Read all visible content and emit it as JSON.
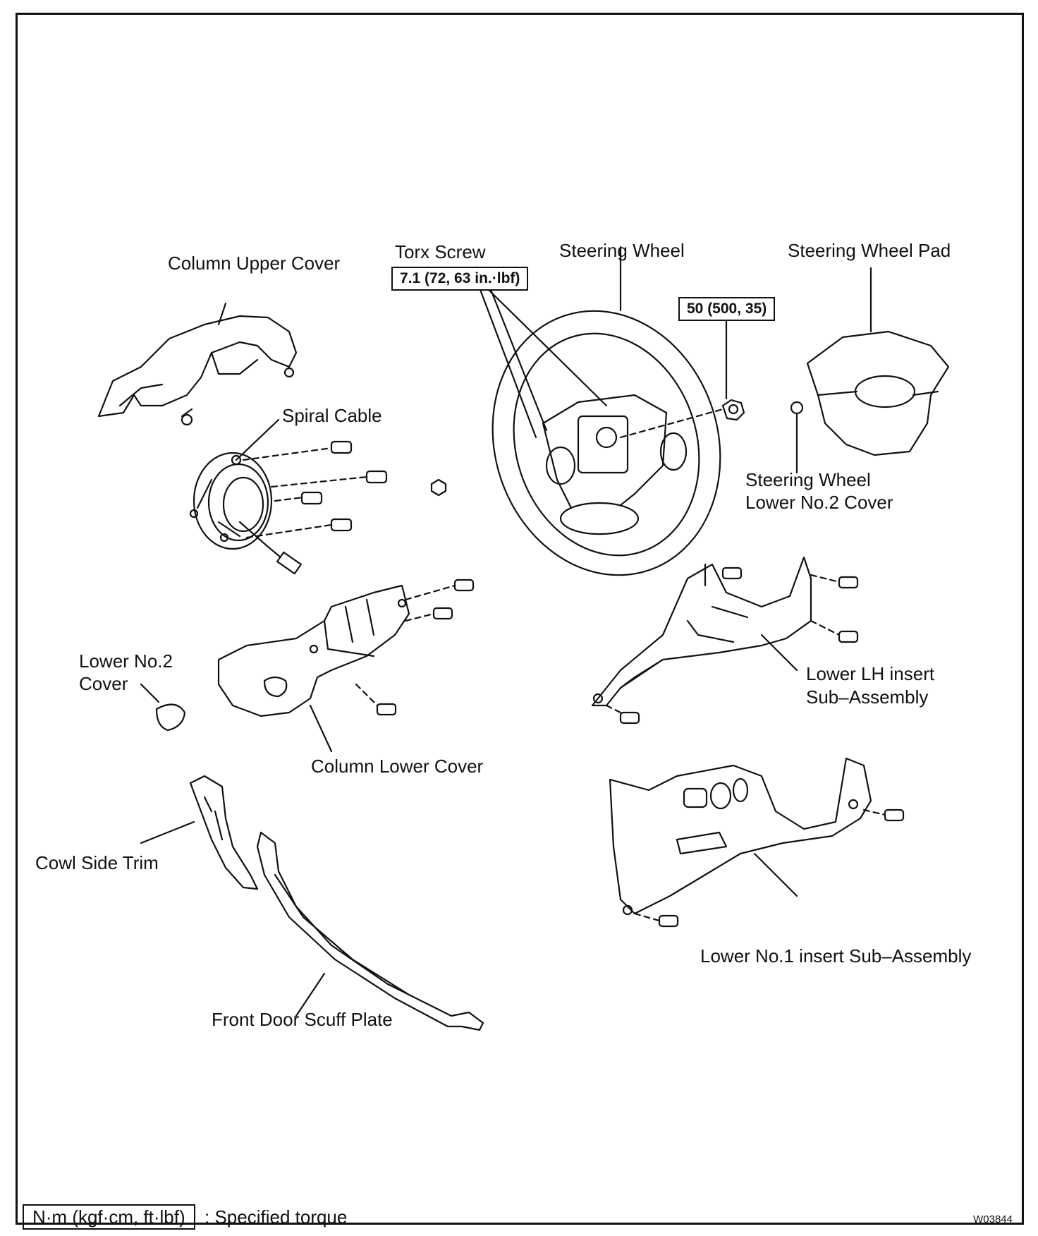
{
  "labels": {
    "torx_screw": "Torx Screw",
    "torx_torque": "7.1 (72, 63 in.·lbf)",
    "steering_wheel": "Steering Wheel",
    "nut_torque": "50 (500, 35)",
    "steering_wheel_pad": "Steering Wheel Pad",
    "column_upper_cover": "Column Upper Cover",
    "spiral_cable": "Spiral Cable",
    "steering_wheel_lower_no2_cover_line1": "Steering Wheel",
    "steering_wheel_lower_no2_cover_line2": "Lower No.2 Cover",
    "lower_no2_cover_line1": "Lower No.2",
    "lower_no2_cover_line2": "Cover",
    "lower_lh_insert_line1": "Lower LH insert",
    "lower_lh_insert_line2": "Sub–Assembly",
    "column_lower_cover": "Column Lower Cover",
    "cowl_side_trim": "Cowl Side Trim",
    "lower_no1_insert": "Lower No.1 insert Sub–Assembly",
    "front_door_scuff_plate": "Front Door Scuff Plate"
  },
  "legend": {
    "unit": "N·m (kgf·cm, ft·lbf)",
    "meaning": ": Specified torque"
  },
  "figure_id": "W03844"
}
